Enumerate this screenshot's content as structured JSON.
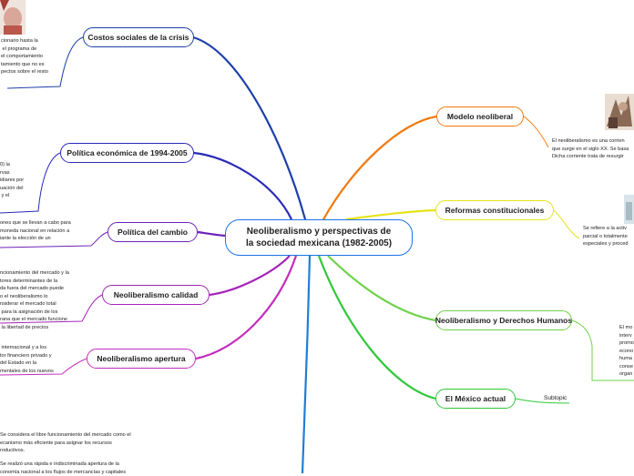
{
  "central": {
    "title_line1": "Neoliberalismo y perspectivas de",
    "title_line2": "la sociedad mexicana (1982-2005)"
  },
  "branches": {
    "costos": "Costos sociales de la crisis",
    "politica_economica": "Política económica de 1994-2005",
    "politica_cambio": "Política del cambio",
    "calidad": "Neoliberalismo calidad",
    "apertura": "Neoliberalismo apertura",
    "modelo": "Modelo neoliberal",
    "reformas": "Reformas constitucionales",
    "derechos": "Neoliberalismo y Derechos Humanos",
    "mexico_actual": "El México actual",
    "subtopic": "Subtopic"
  },
  "notes": {
    "costos": "cionario hasta la\n el programa de\nel comportamiento\ntamiento que no es\npectos sobre el resto",
    "politica_economica": "0) la\nrvas\nidiares por\nuación del\n y el",
    "politica_cambio": "ones que se llevan a cabo para\nmoneda nacional en relación a\niante la elección de un",
    "calidad": "ncionamiento del mercado y la\ntores determinantes de la\nda fuera del mercado puede\no el neoliberalismo lo\nnsiderar el mercado total\n para la asignación de los\nrana que el mercado funcione\n la libertad de precios",
    "apertura": " internacional y a los\ntor financiero privado y\ndel Estado en la\nmentales de los nuevos",
    "bottom_1": "Se considera el libre funcionamiento del mercado como el\necanismo más eficiente para asignar los recursos\nroductivos.",
    "bottom_2": "Se realizó una rápida e indiscriminada apertura de la\nconomía nacional a los flujos de mercancías y capitales",
    "modelo": "El neoliberalismo es una corrien\nque surge en el siglo XX. Se basa\nDicha corriente trata de resurgir",
    "reformas": "Se refiere a la activ\nparcial o totalmente\nespeciales y proced",
    "derechos": "El mo\ninterv\npromo\necono\nhuma\nconse\norgan"
  },
  "colors": {
    "central_border": "#1a73e8",
    "costos": "#1e3faa",
    "politica_economica": "#2a2ab8",
    "politica_cambio": "#6d22b8",
    "calidad": "#a524b8",
    "apertura": "#c42dbd",
    "modelo": "#f07a10",
    "reformas": "#e6e31a",
    "derechos": "#6fd14a",
    "mexico_actual": "#2fc83a"
  }
}
